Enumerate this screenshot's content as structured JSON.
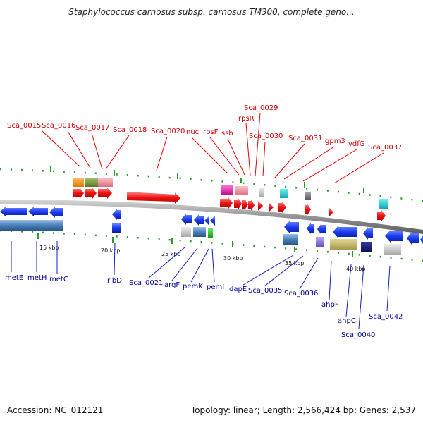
{
  "header": {
    "title": "Staphylococcus carnosus subsp. carnosus TM300, complete geno..."
  },
  "footer": {
    "accession": "Accession: NC_012121",
    "summary": "Topology: linear; Length: 2,566,424 bp; Genes: 2,537"
  },
  "colors": {
    "forward_gene": "#e80000",
    "reverse_gene": "#1030e8",
    "top_label": "#cc0000",
    "bottom_label": "#00009a",
    "backbone": "#8a8a8a",
    "dotted_guide": "#2a9a2a"
  },
  "scale_ticks": [
    "15 kbp",
    "20 kbp",
    "25 kbp",
    "30 kbp",
    "35 kbp",
    "40 kbp"
  ],
  "top_labels": [
    "Sca_0015",
    "Sca_0016",
    "Sca_0017",
    "Sca_0018",
    "Sca_0020",
    "nuc",
    "rpsF",
    "ssb",
    "rpsR",
    "Sca_0029",
    "Sca_0030",
    "Sca_0031",
    "gpm3",
    "ydfG",
    "Sca_0037"
  ],
  "bottom_labels": [
    "metE",
    "metH",
    "metC",
    "ribD",
    "Sca_0021",
    "argF",
    "pemK",
    "pemI",
    "dapE",
    "Sca_0035",
    "Sca_0036",
    "ahpF",
    "ahpC",
    "Sca_0040",
    "Sca_0042"
  ]
}
